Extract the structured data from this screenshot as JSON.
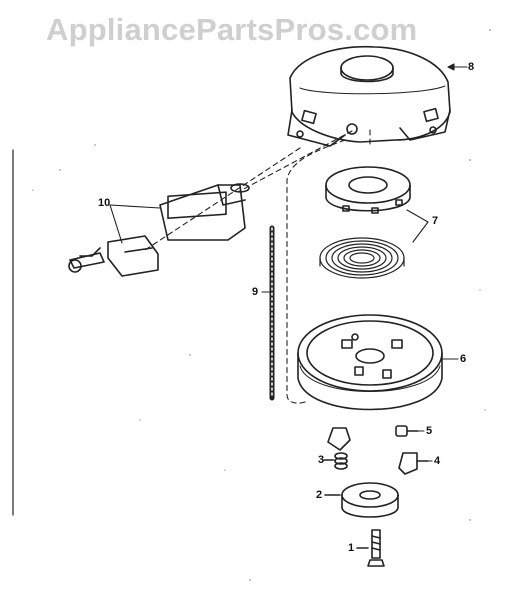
{
  "watermark": "AppliancePartsPros.com",
  "callouts": {
    "c1": "1",
    "c2": "2",
    "c3": "3",
    "c4": "4",
    "c5": "5",
    "c6": "6",
    "c7": "7",
    "c8": "8",
    "c9": "9",
    "c10": "10"
  },
  "colors": {
    "ink": "#222222",
    "watermark": "#cfcfcf",
    "background": "#ffffff"
  }
}
